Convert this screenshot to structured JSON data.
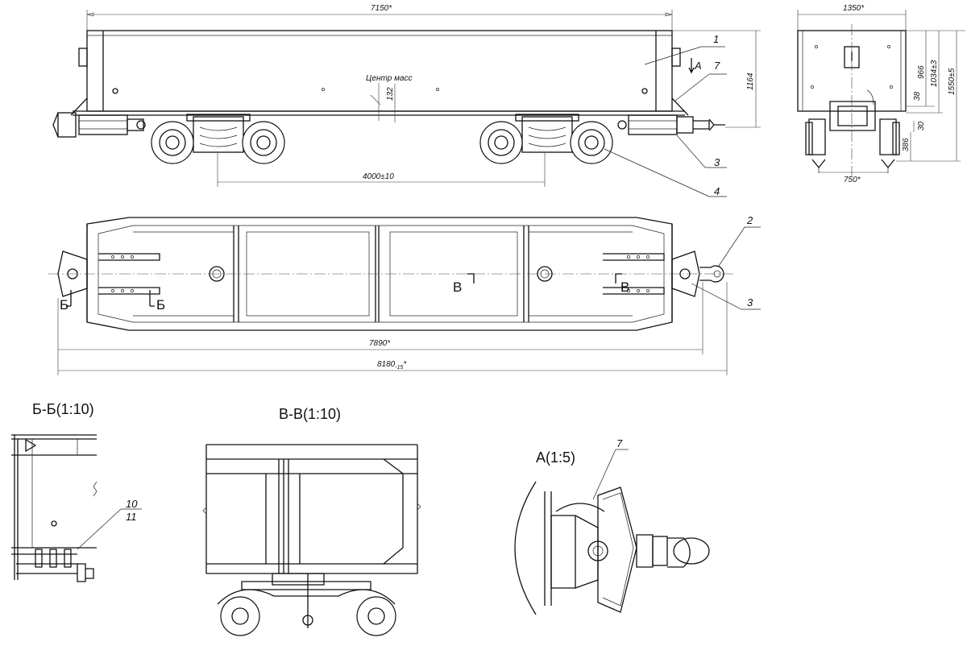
{
  "dimensions": {
    "overall_length_top": "7150*",
    "end_width": "1350*",
    "body_height": "1164",
    "center_of_mass_label": "Центр масс",
    "center_of_mass_offset": "132",
    "bogie_base": "4000±10",
    "frame_length": "7890*",
    "overall_length_main": "8180",
    "overall_length_tol": "-15",
    "overall_length_star": "*",
    "height_966": "966",
    "height_1034": "1034±3",
    "height_1550": "1550±5",
    "dim_38": "38",
    "dim_30": "30",
    "dim_386": "386",
    "track_gauge": "750*"
  },
  "callouts": {
    "c1": "1",
    "c2": "2",
    "c3_top": "3",
    "c3_plan": "3",
    "c4": "4",
    "c7_top": "7",
    "c7_detail": "7",
    "c10": "10",
    "c11": "11"
  },
  "markers": {
    "view_a": "А",
    "section_b_left": "Б",
    "section_b_right": "Б",
    "section_v_left": "В",
    "section_v_right": "В"
  },
  "section_titles": {
    "bb": "Б-Б(1:10)",
    "vv": "В-В(1:10)",
    "a": "А(1:5)"
  }
}
